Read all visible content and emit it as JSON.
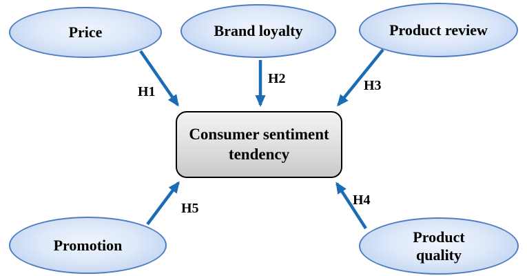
{
  "nodes": {
    "price": {
      "label": "Price"
    },
    "brand_loyalty": {
      "label": "Brand loyalty"
    },
    "product_review": {
      "label": "Product review"
    },
    "promotion": {
      "label": "Promotion"
    },
    "product_quality": {
      "label": "Product quality"
    },
    "center": {
      "label": "Consumer sentiment tendency"
    }
  },
  "edges": {
    "h1": {
      "label": "H1",
      "from": "Price",
      "to": "Consumer sentiment tendency"
    },
    "h2": {
      "label": "H2",
      "from": "Brand loyalty",
      "to": "Consumer sentiment tendency"
    },
    "h3": {
      "label": "H3",
      "from": "Product review",
      "to": "Consumer sentiment tendency"
    },
    "h4": {
      "label": "H4",
      "from": "Product quality",
      "to": "Consumer sentiment tendency"
    },
    "h5": {
      "label": "H5",
      "from": "Promotion",
      "to": "Consumer sentiment tendency"
    }
  },
  "colors": {
    "arrow": "#1b6cb5",
    "ellipse_border": "#4f7dbf",
    "ellipse_fill_center": "#f0f5fd",
    "ellipse_fill_edge": "#b6cdee",
    "box_border": "#000000",
    "box_fill_top": "#f3f3f3",
    "box_fill_bottom": "#c9c9c9",
    "text": "#000000",
    "background": "#ffffff"
  }
}
